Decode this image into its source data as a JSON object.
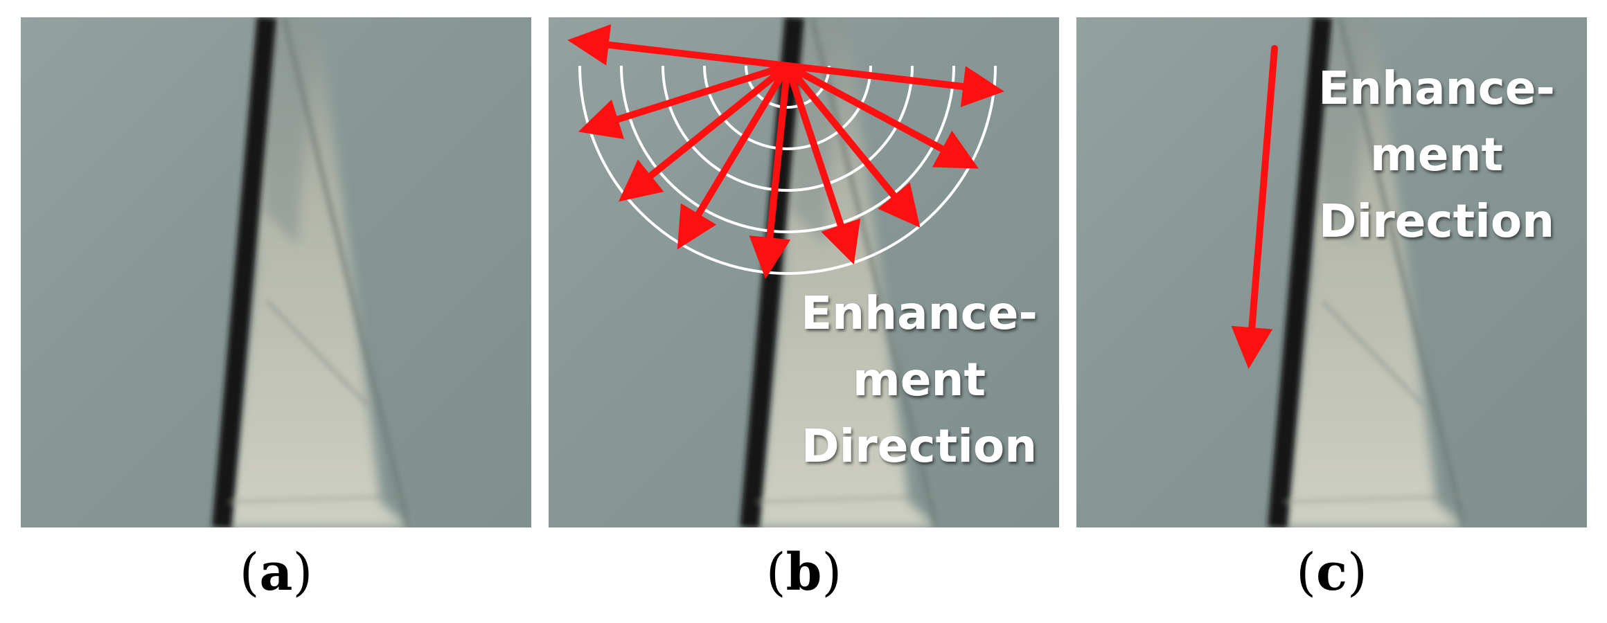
{
  "panels": [
    {
      "id": "a",
      "caption_letter": "a"
    },
    {
      "id": "b",
      "caption_letter": "b",
      "label_lines": [
        "Enhance-",
        "ment",
        "Direction"
      ]
    },
    {
      "id": "c",
      "caption_letter": "c",
      "label_lines": [
        "Enhance-",
        "ment",
        "Direction"
      ]
    }
  ],
  "colors": {
    "arrow": "#ff1010",
    "arc": "#ffffff",
    "sky": "#8a9a98",
    "mast": "#141516",
    "sail": "#c7c8bb"
  },
  "icons": [
    "fan-arrows-icon",
    "down-arrow-icon"
  ]
}
